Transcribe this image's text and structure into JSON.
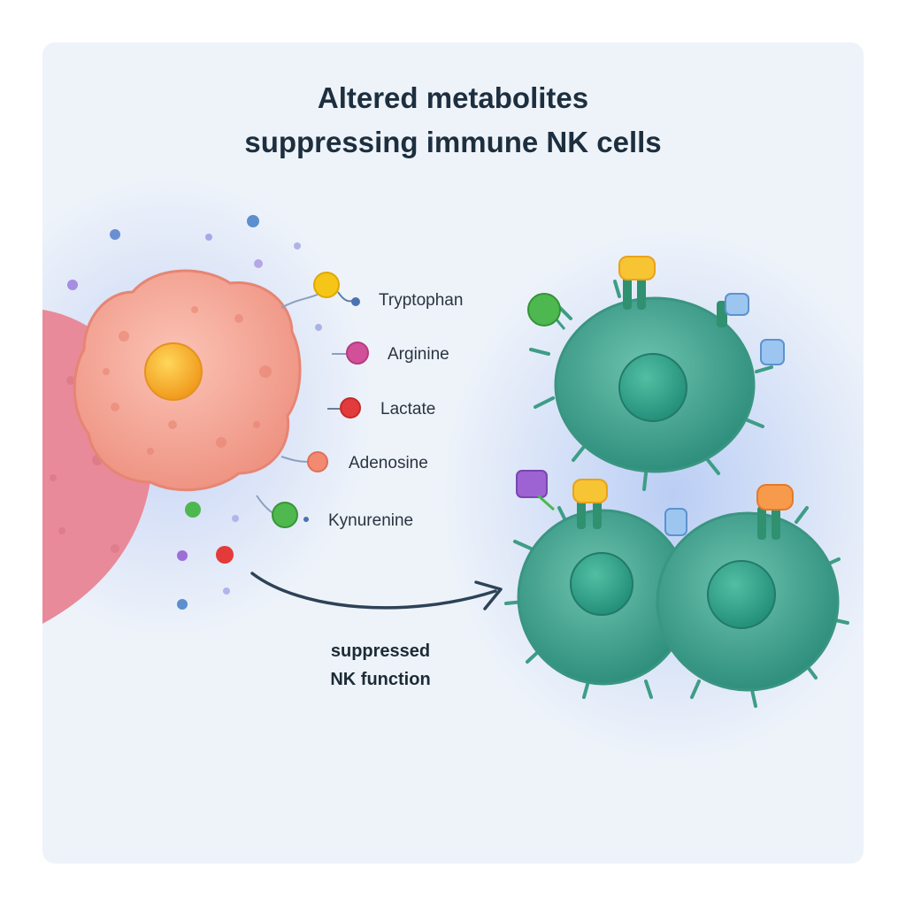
{
  "title": {
    "line1": "Altered metabolites",
    "line2": "suppressing immune NK cells"
  },
  "metabolites": [
    {
      "label": "Tryptophan",
      "color": "#f5c518"
    },
    {
      "label": "Arginine",
      "color": "#d2509a"
    },
    {
      "label": "Lactate",
      "color": "#e23b3b"
    },
    {
      "label": "Adenosine",
      "color": "#f28a72"
    },
    {
      "label": "Kynurenine",
      "color": "#4fb84f"
    }
  ],
  "caption": {
    "line1": "suppressed",
    "line2": "NK function"
  },
  "colors": {
    "background": "#eef3fa",
    "tumor_cell": "#f6a596",
    "tumor_nucleus": "#f7b532",
    "tissue": "#e88a9a",
    "nk_cell": "#3fa38f",
    "nk_nucleus": "#2f9e87",
    "arrow": "#2d4257"
  }
}
